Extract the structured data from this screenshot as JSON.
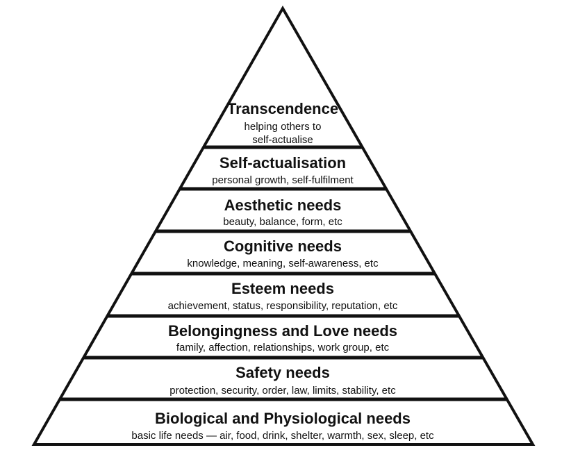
{
  "pyramid": {
    "tiers": [
      {
        "title": "Transcendence",
        "subtitle_lines": [
          "helping others to",
          "self-actualise"
        ]
      },
      {
        "title": "Self-actualisation",
        "subtitle_lines": [
          "personal growth, self-fulfilment"
        ]
      },
      {
        "title": "Aesthetic needs",
        "subtitle_lines": [
          "beauty, balance, form, etc"
        ]
      },
      {
        "title": "Cognitive needs",
        "subtitle_lines": [
          "knowledge, meaning, self-awareness, etc"
        ]
      },
      {
        "title": "Esteem needs",
        "subtitle_lines": [
          "achievement, status, responsibility, reputation, etc"
        ]
      },
      {
        "title": "Belongingness and Love needs",
        "subtitle_lines": [
          "family, affection, relationships, work group, etc"
        ]
      },
      {
        "title": "Safety needs",
        "subtitle_lines": [
          "protection, security, order, law, limits, stability, etc"
        ]
      },
      {
        "title": "Biological and Physiological needs",
        "subtitle_lines": [
          "basic life needs — air, food, drink, shelter, warmth, sex, sleep, etc"
        ]
      }
    ],
    "colors": {
      "stroke": "#111111",
      "fill": "#ffffff",
      "text": "#111111"
    }
  }
}
